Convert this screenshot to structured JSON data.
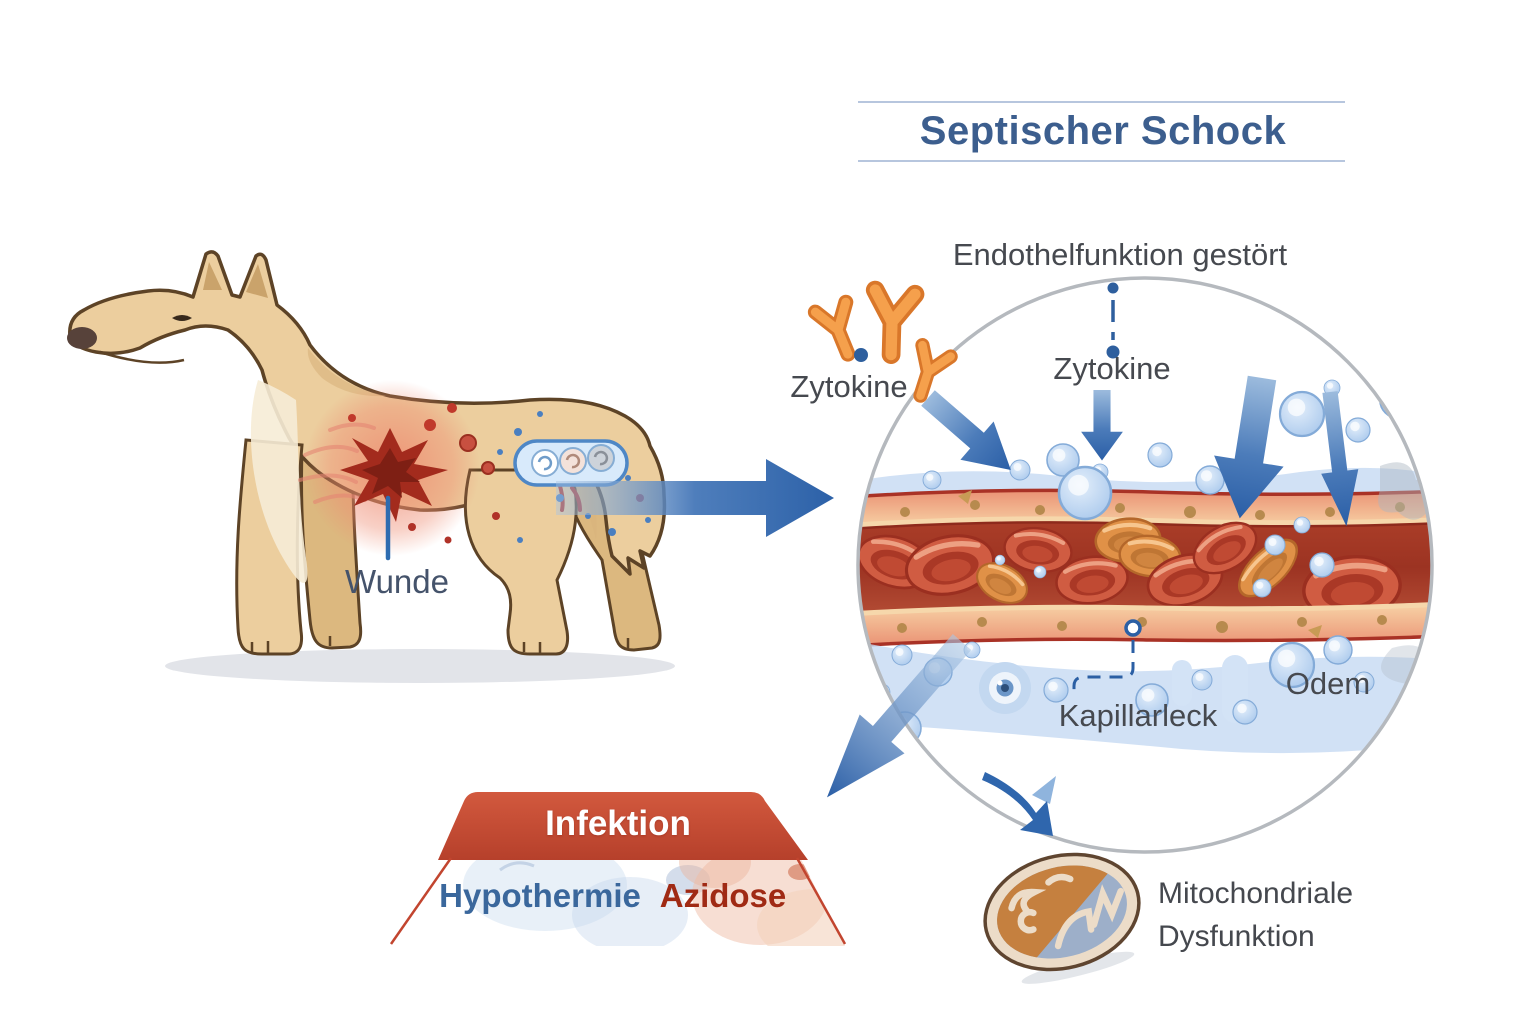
{
  "title": "Septischer Schock",
  "dog": {
    "wound_label": "Wunde"
  },
  "vessel_inset": {
    "endothelial_label": "Endothelfunktion gestört",
    "cytokine_left_label": "Zytokine",
    "cytokine_top_label": "Zytokine",
    "capillary_leak_label": "Kapillarleck",
    "edema_label": "Odem"
  },
  "triad": {
    "infection_label": "Infektion",
    "hypothermia_label": "Hypothermie",
    "acidosis_label": "Azidose"
  },
  "mitochondria": {
    "label_line1": "Mitochondriale",
    "label_line2": "Dysfunktion"
  },
  "colors": {
    "title_blue": "#3c5e8e",
    "label_gray": "#46494f",
    "arrow_blue": "#2f66ad",
    "antibody_orange": "#f09a4a",
    "infection_band_red": "#c64a32",
    "hypothermia_blue": "#3a679c",
    "acidosis_red": "#a02a14",
    "vessel_wall_salmon": "#f0a988",
    "lumen_red": "#a8402e",
    "edema_blue": "#c6daf2"
  }
}
